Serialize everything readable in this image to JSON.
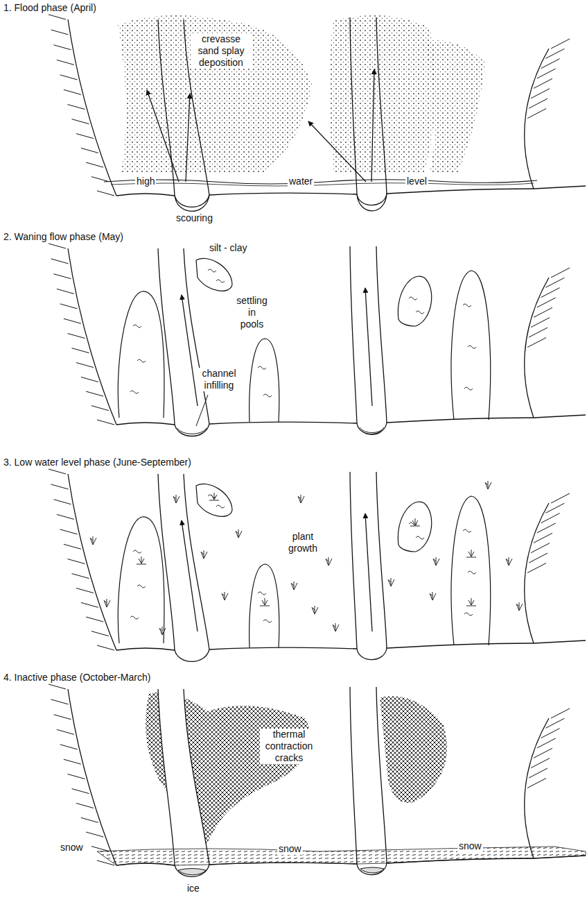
{
  "diagram": {
    "labels": [
      "1. Flood phase (April)",
      "crevasse sand splay deposition",
      "high",
      "water",
      "level",
      "scouring",
      "2. Waning flow phase (May)",
      "silt - clay",
      "settling in pools",
      "channel infilling",
      "3. Low water level phase (June-September)",
      "plant growth",
      "4. Inactive phase (October-March)",
      "thermal contraction cracks",
      "snow",
      "snow",
      "snow",
      "ice"
    ]
  }
}
